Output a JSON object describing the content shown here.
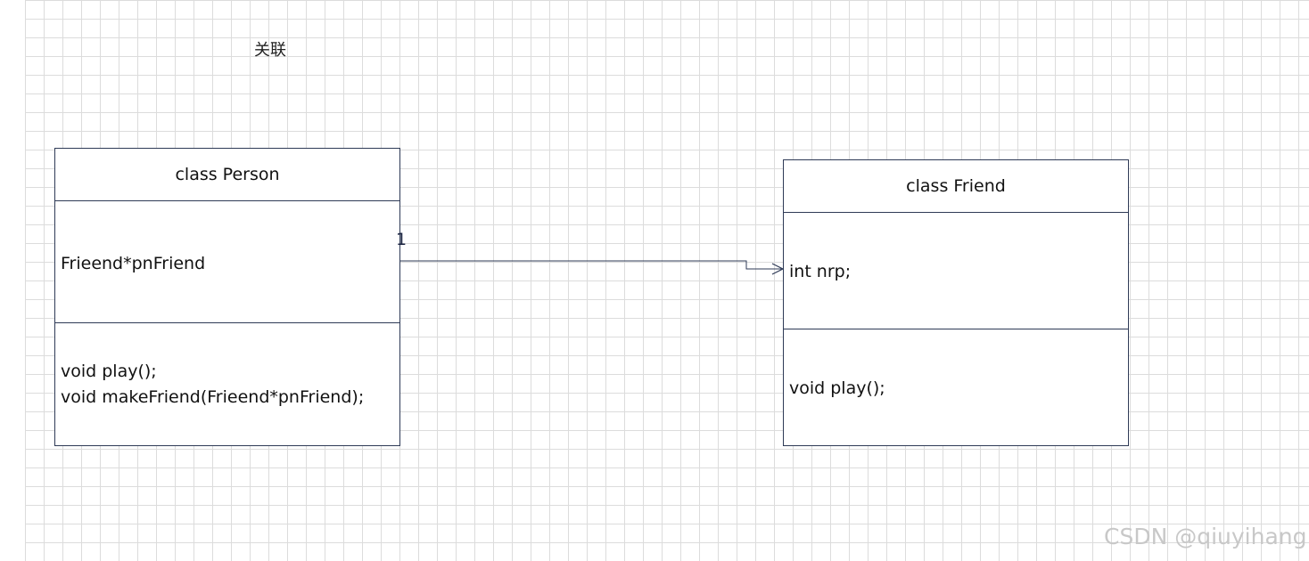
{
  "diagram": {
    "title": "关联",
    "classes": [
      {
        "name": "class Person",
        "attributes": [
          "Frieend*pnFriend"
        ],
        "methods": [
          "void play();",
          "void makeFriend(Frieend*pnFriend);"
        ]
      },
      {
        "name": "class Friend",
        "attributes": [
          "int nrp;"
        ],
        "methods": [
          "void play();"
        ]
      }
    ],
    "association": {
      "multiplicity": "1"
    }
  },
  "watermark": "CSDN @qiuyihang",
  "colors": {
    "border": "#2e3a56",
    "grid": "#dcdcdc",
    "watermark": "#c8c8c8"
  }
}
